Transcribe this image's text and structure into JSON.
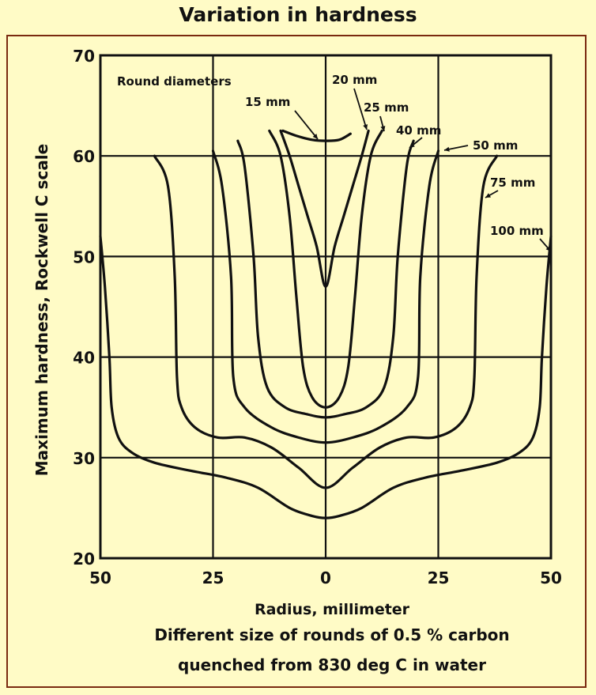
{
  "chart_data": {
    "type": "line",
    "title": "Variation in hardness",
    "xlabel": "Radius, millimeter",
    "ylabel": "Maximum hardness, Rockwell C scale",
    "caption": [
      "Different size of rounds of 0.5 % carbon",
      "quenched from 830 deg C in water"
    ],
    "x_ticks": [
      "50",
      "25",
      "0",
      "25",
      "50"
    ],
    "y_ticks": [
      "20",
      "30",
      "40",
      "50",
      "60",
      "70"
    ],
    "xlim": [
      -50,
      50
    ],
    "ylim": [
      20,
      70
    ],
    "grid": true,
    "legend_title": "Round diameters",
    "series": [
      {
        "name": "15 mm",
        "points": [
          [
            -9.5,
            62.5
          ],
          [
            -6.5,
            62
          ],
          [
            -3,
            61.6
          ],
          [
            0,
            61.5
          ],
          [
            3,
            61.6
          ],
          [
            5.5,
            62.2
          ]
        ]
      },
      {
        "name": "20 mm",
        "points": [
          [
            -10,
            62.5
          ],
          [
            -8,
            60
          ],
          [
            -6,
            57
          ],
          [
            -4,
            54
          ],
          [
            -2,
            51
          ],
          [
            0,
            47
          ],
          [
            2,
            51
          ],
          [
            4,
            54
          ],
          [
            6,
            57
          ],
          [
            8,
            60
          ],
          [
            9.5,
            62.5
          ]
        ]
      },
      {
        "name": "25 mm",
        "points": [
          [
            -12.5,
            62.5
          ],
          [
            -10,
            60
          ],
          [
            -8,
            54
          ],
          [
            -6.5,
            46
          ],
          [
            -5,
            39
          ],
          [
            -3,
            36
          ],
          [
            0,
            35
          ],
          [
            3,
            36
          ],
          [
            5,
            39
          ],
          [
            6.5,
            46
          ],
          [
            8,
            54
          ],
          [
            10,
            60
          ],
          [
            12.5,
            62.5
          ]
        ]
      },
      {
        "name": "40 mm",
        "points": [
          [
            -19.5,
            61.5
          ],
          [
            -18,
            59
          ],
          [
            -16,
            50
          ],
          [
            -15,
            42
          ],
          [
            -13,
            37
          ],
          [
            -9,
            35
          ],
          [
            -4,
            34.3
          ],
          [
            0,
            34
          ],
          [
            4,
            34.3
          ],
          [
            9,
            35
          ],
          [
            13,
            37
          ],
          [
            15,
            42
          ],
          [
            16,
            50
          ],
          [
            18,
            59
          ],
          [
            19.5,
            61.5
          ]
        ]
      },
      {
        "name": "50 mm",
        "points": [
          [
            -25,
            60.5
          ],
          [
            -23,
            57
          ],
          [
            -21,
            48
          ],
          [
            -20.5,
            38
          ],
          [
            -18,
            35
          ],
          [
            -12,
            33
          ],
          [
            -6,
            32
          ],
          [
            0,
            31.5
          ],
          [
            6,
            32
          ],
          [
            12,
            33
          ],
          [
            18,
            35
          ],
          [
            20.5,
            38
          ],
          [
            21,
            48
          ],
          [
            23,
            57
          ],
          [
            25,
            60.5
          ]
        ]
      },
      {
        "name": "75 mm",
        "points": [
          [
            -38,
            60
          ],
          [
            -35,
            57
          ],
          [
            -33.5,
            48
          ],
          [
            -33,
            38
          ],
          [
            -32,
            35
          ],
          [
            -29,
            33
          ],
          [
            -24,
            32
          ],
          [
            -18,
            32
          ],
          [
            -12,
            31
          ],
          [
            -6,
            29
          ],
          [
            0,
            27
          ],
          [
            6,
            29
          ],
          [
            12,
            31
          ],
          [
            18,
            32
          ],
          [
            24,
            32
          ],
          [
            29,
            33
          ],
          [
            32,
            35
          ],
          [
            33,
            38
          ],
          [
            33.5,
            48
          ],
          [
            35,
            57
          ],
          [
            38,
            60
          ]
        ]
      },
      {
        "name": "100 mm",
        "points": [
          [
            -50,
            52
          ],
          [
            -49,
            47
          ],
          [
            -48,
            40
          ],
          [
            -47.5,
            35
          ],
          [
            -46,
            32
          ],
          [
            -43,
            30.5
          ],
          [
            -38,
            29.5
          ],
          [
            -30,
            28.7
          ],
          [
            -22,
            28
          ],
          [
            -15,
            27
          ],
          [
            -8,
            25
          ],
          [
            -3,
            24.2
          ],
          [
            0,
            24
          ],
          [
            3,
            24.2
          ],
          [
            8,
            25
          ],
          [
            15,
            27
          ],
          [
            22,
            28
          ],
          [
            30,
            28.7
          ],
          [
            38,
            29.5
          ],
          [
            43,
            30.5
          ],
          [
            46,
            32
          ],
          [
            47.5,
            35
          ],
          [
            48,
            40
          ],
          [
            49,
            47
          ],
          [
            50,
            52
          ]
        ]
      }
    ]
  }
}
